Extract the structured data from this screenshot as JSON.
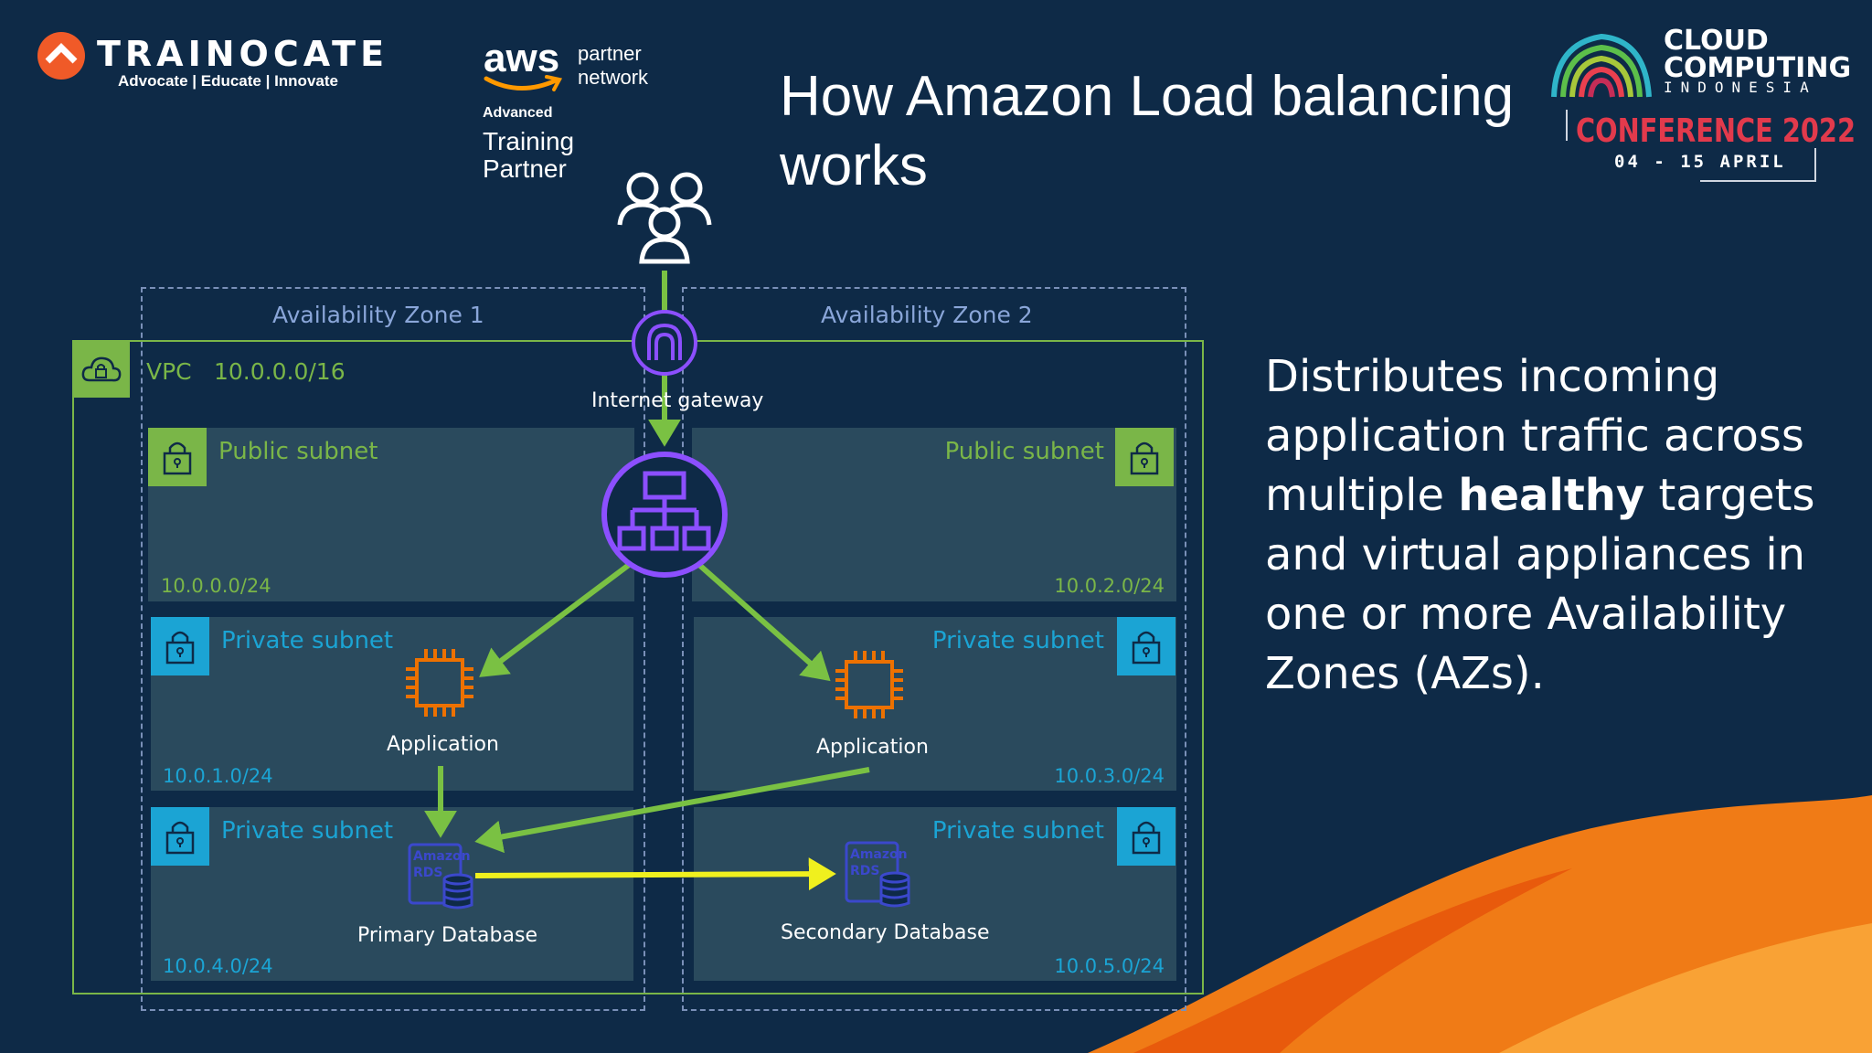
{
  "logos": {
    "trainocate": {
      "name": "TRAINOCATE",
      "tagline": "Advocate | Educate | Innovate"
    },
    "aws": {
      "word": "aws",
      "partner": "partner network",
      "level": "Advanced",
      "program": "Training Partner"
    },
    "conference": {
      "line1": "CLOUD",
      "line2": "COMPUTING",
      "country": "INDONESIA",
      "event": "CONFERENCE 2022",
      "dates": "04 - 15 APRIL"
    }
  },
  "title": "How Amazon Load balancing works",
  "description": {
    "before": "Distributes incoming application traffic across multiple ",
    "emphasis": "healthy",
    "after": " targets and virtual appliances in one or more Availability Zones (AZs)."
  },
  "diagram": {
    "az1_label": "Availability Zone 1",
    "az2_label": "Availability Zone 2",
    "vpc_label": "VPC",
    "vpc_cidr": "10.0.0.0/16",
    "gateway_label": "Internet gateway",
    "subnets": [
      {
        "label": "Public subnet",
        "cidr": "10.0.0.0/24"
      },
      {
        "label": "Public subnet",
        "cidr": "10.0.2.0/24"
      },
      {
        "label": "Private subnet",
        "cidr": "10.0.1.0/24"
      },
      {
        "label": "Private subnet",
        "cidr": "10.0.3.0/24"
      },
      {
        "label": "Private subnet",
        "cidr": "10.0.4.0/24"
      },
      {
        "label": "Private subnet",
        "cidr": "10.0.5.0/24"
      }
    ],
    "app1_label": "Application",
    "app2_label": "Application",
    "rds_text": {
      "line1": "Amazon",
      "line2": "RDS"
    },
    "db1_label": "Primary Database",
    "db2_label": "Secondary Database",
    "colors": {
      "background": "#0e2a47",
      "vpc": "#7ab648",
      "public": "#7ab648",
      "private": "#1ba4d4",
      "arrow_traffic": "#7ac143",
      "arrow_replication": "#f0f01e",
      "elb": "#8c4fff",
      "compute": "#ed7100",
      "rds": "#3b48cc"
    },
    "icons": [
      "users-icon",
      "internet-gateway-icon",
      "load-balancer-icon",
      "ec2-chip-icon",
      "rds-icon",
      "lock-icon",
      "vpc-cloud-icon"
    ]
  }
}
